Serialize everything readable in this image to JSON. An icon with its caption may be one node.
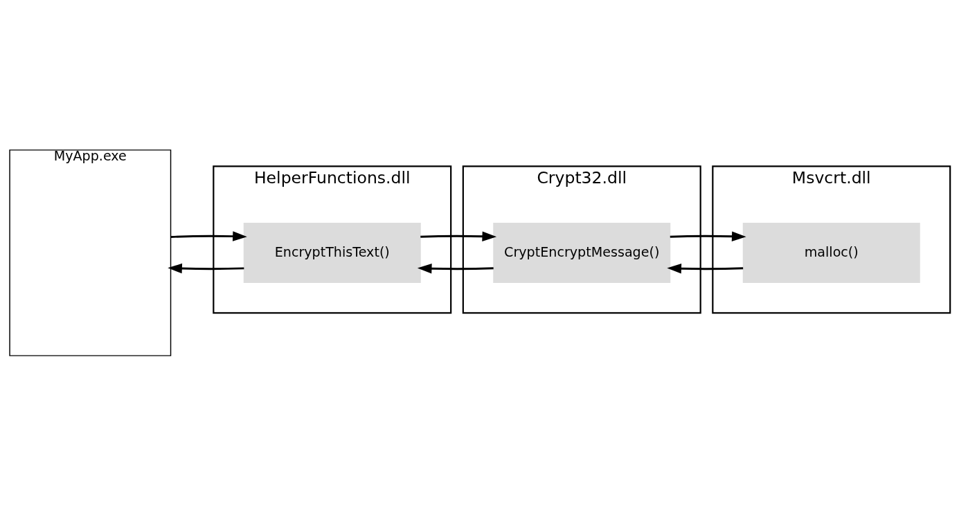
{
  "diagram": {
    "nodes": [
      {
        "text": [
          "MyApp.exe"
        ]
      },
      {
        "text": [
          "HelperFunctions.dll"
        ]
      },
      {
        "text": [
          "EncryptThisText()"
        ],
        "in": 1
      },
      {
        "text": [
          "Crypt32.dll"
        ]
      },
      {
        "text": [
          "CryptEncryptMessage()"
        ],
        "in": 3
      },
      {
        "text": [
          "Msvcrt.dll"
        ]
      },
      {
        "text": [
          "malloc()"
        ],
        "in": 5
      }
    ],
    "edges": [
      {
        "from": 0,
        "to": 2,
        "arrow": "to"
      },
      {
        "from": 2,
        "to": 0,
        "arrow": "to"
      },
      {
        "from": 2,
        "to": 4,
        "arrow": "to"
      },
      {
        "from": 4,
        "to": 2,
        "arrow": "to"
      },
      {
        "from": 4,
        "to": 6,
        "arrow": "to"
      },
      {
        "from": 6,
        "to": 4,
        "arrow": "to"
      }
    ]
  }
}
